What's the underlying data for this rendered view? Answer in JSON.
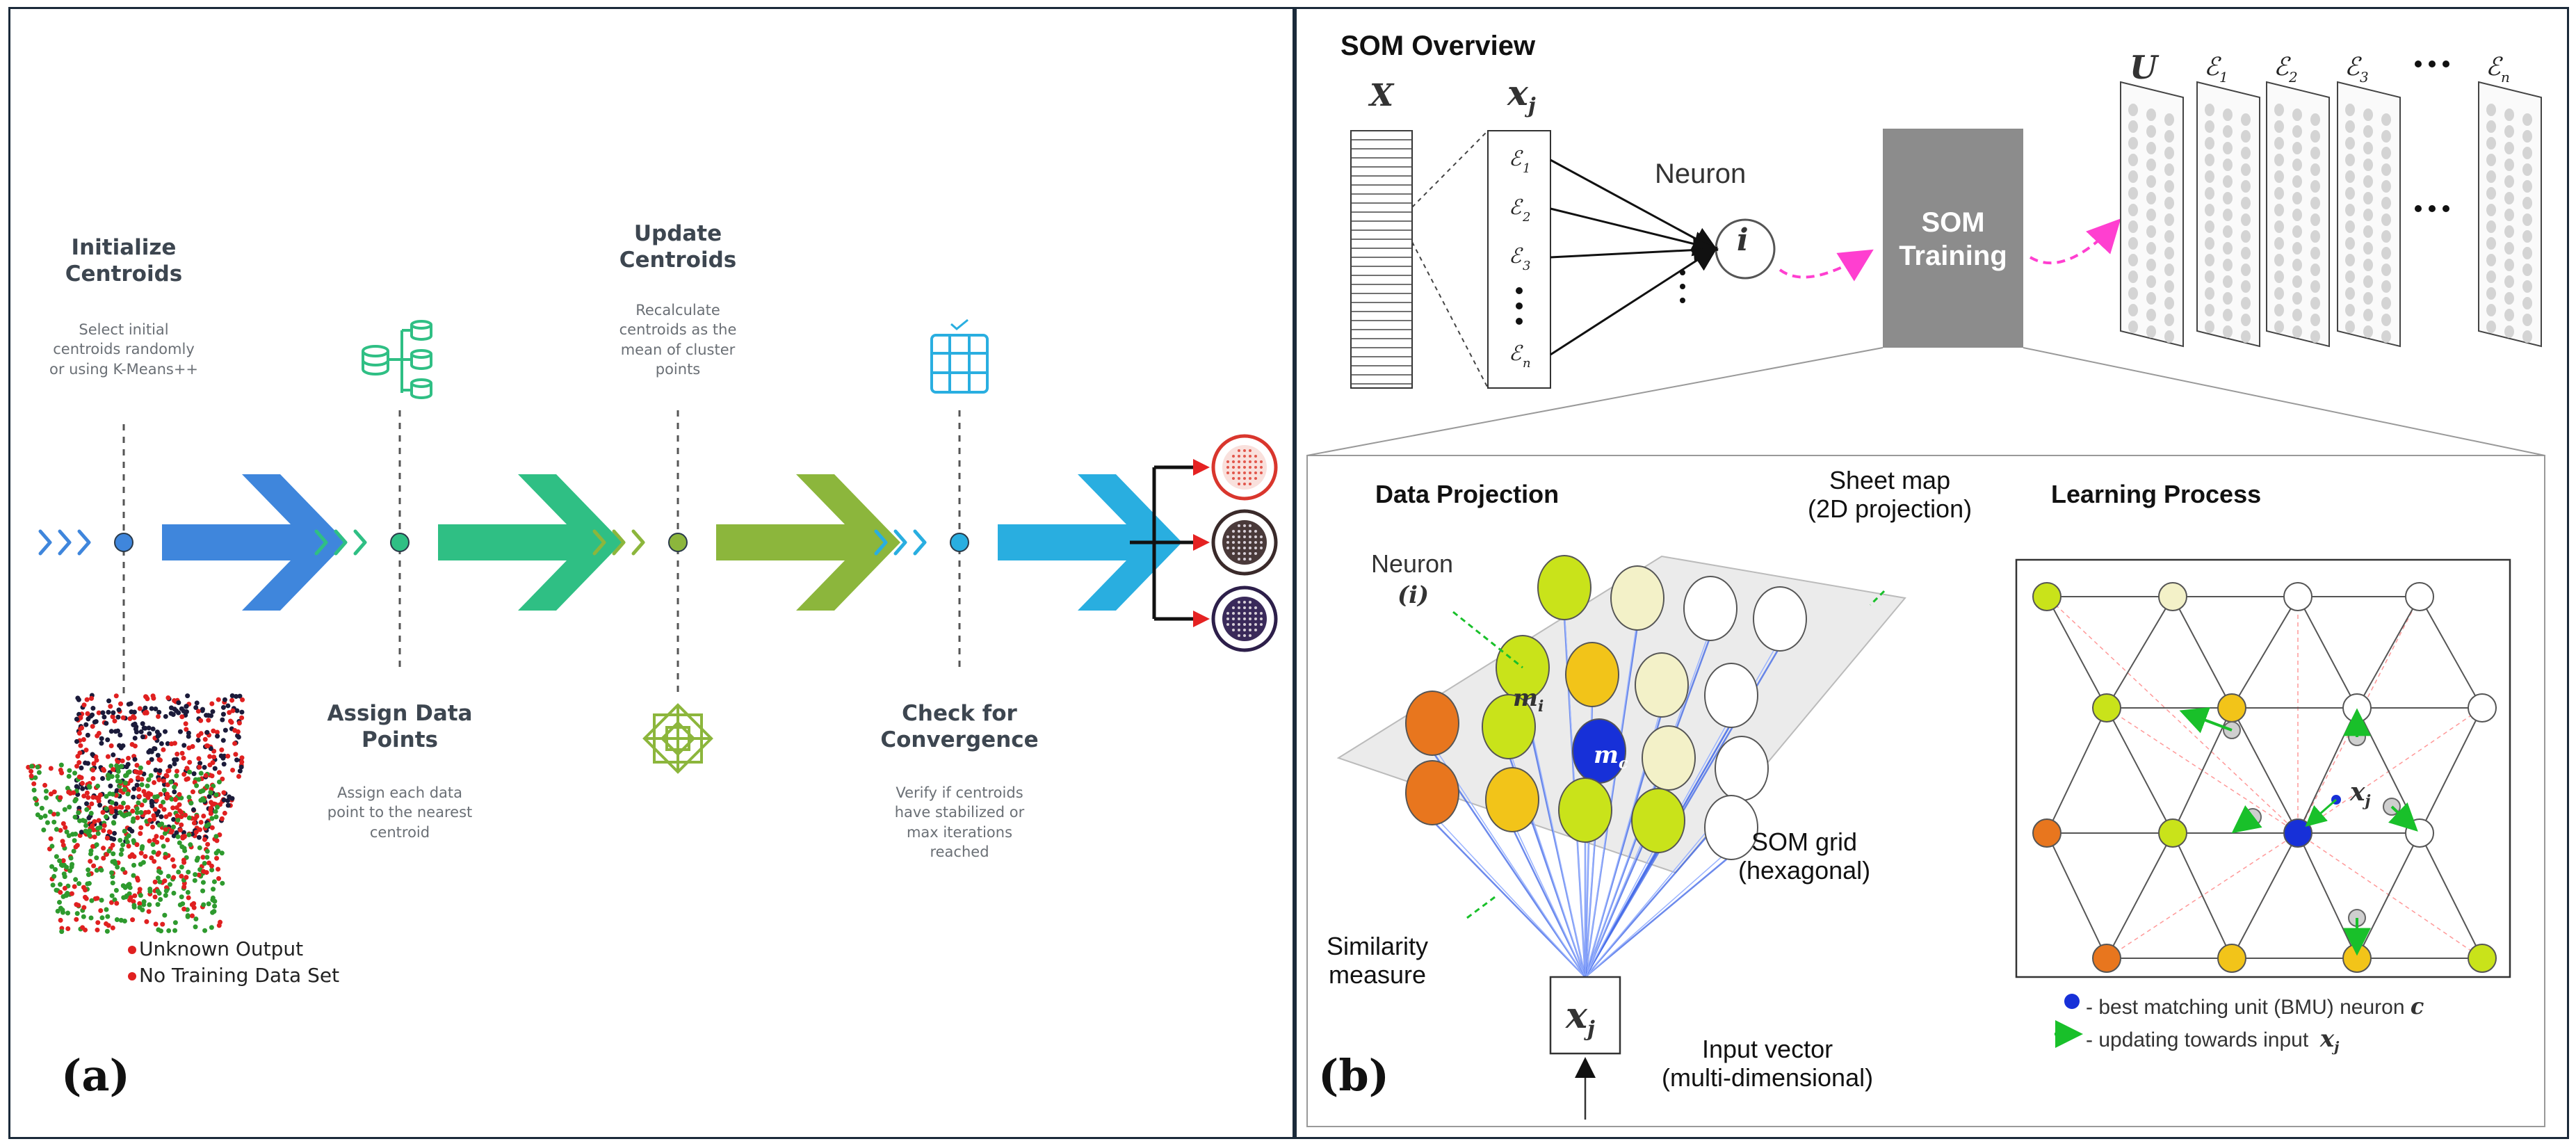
{
  "panel_a": {
    "label": "(a)",
    "steps": [
      {
        "title": "Initialize\nCentroids",
        "desc": "Select initial\ncentroids randomly\nor using K-Means++",
        "color": "#3f86dc",
        "icon": "database-icon"
      },
      {
        "title": "Assign Data\nPoints",
        "desc": "Assign each data\npoint to the nearest\ncentroid",
        "color": "#2fbf84",
        "icon": "database-tree-icon"
      },
      {
        "title": "Update\nCentroids",
        "desc": "Recalculate\ncentroids as the\nmean of cluster\npoints",
        "color": "#8cb63c",
        "icon": "snowflake-icon"
      },
      {
        "title": "Check for\nConvergence",
        "desc": "Verify if centroids\nhave stabilized or\nmax iterations\nreached",
        "color": "#29aee0",
        "icon": "server-check-icon"
      }
    ],
    "legend": {
      "unknown_output": "Unknown Output",
      "no_training": "No Training Data Set"
    },
    "colors": {
      "point_red": "#e02020",
      "point_green": "#2e9a2e",
      "point_dark": "#1b1b3a",
      "output_ring1": "#d9362d",
      "output_ring2": "#3a2a2a",
      "output_ring3": "#2d1f4a"
    }
  },
  "panel_b": {
    "label": "(b)",
    "som_overview": {
      "title": "SOM Overview",
      "X": "X",
      "xj": "x",
      "xj_sub": "j",
      "features": [
        "ℰ1",
        "ℰ2",
        "ℰ3",
        "ℰn"
      ],
      "neuron_label": "Neuron",
      "neuron_symbol": "i",
      "training_box": "SOM\nTraining",
      "U": "U",
      "outputs": [
        "ℰ1",
        "ℰ2",
        "ℰ3",
        "ℰn"
      ]
    },
    "data_projection": {
      "title": "Data Projection",
      "sheet_map": "Sheet map\n(2D projection)",
      "neuron": "Neuron",
      "neuron_i": "(i)",
      "m_i": "m",
      "m_i_sub": "i",
      "m_c": "m",
      "m_c_sub": "c",
      "som_grid": "SOM grid\n(hexagonal)",
      "similarity": "Similarity\nmeasure",
      "input_vector": "Input vector\n(multi-dimensional)",
      "xj": "x",
      "xj_sub": "j"
    },
    "learning_process": {
      "title": "Learning Process",
      "xj": "x",
      "xj_sub": "j",
      "legend_bmu": "- best matching unit (BMU) neuron",
      "legend_bmu_symbol": "c",
      "legend_update": "- updating towards input",
      "legend_update_symbol": "x",
      "legend_update_sub": "j"
    },
    "colors": {
      "bmu_blue": "#1730d8",
      "orange": "#e8761e",
      "yellow": "#f2c419",
      "lime": "#c9e31a",
      "pale": "#f3f1c8",
      "arrow_green": "#19c02a",
      "pink": "#ff3fd0",
      "gray_box": "#8c8c8c"
    }
  }
}
